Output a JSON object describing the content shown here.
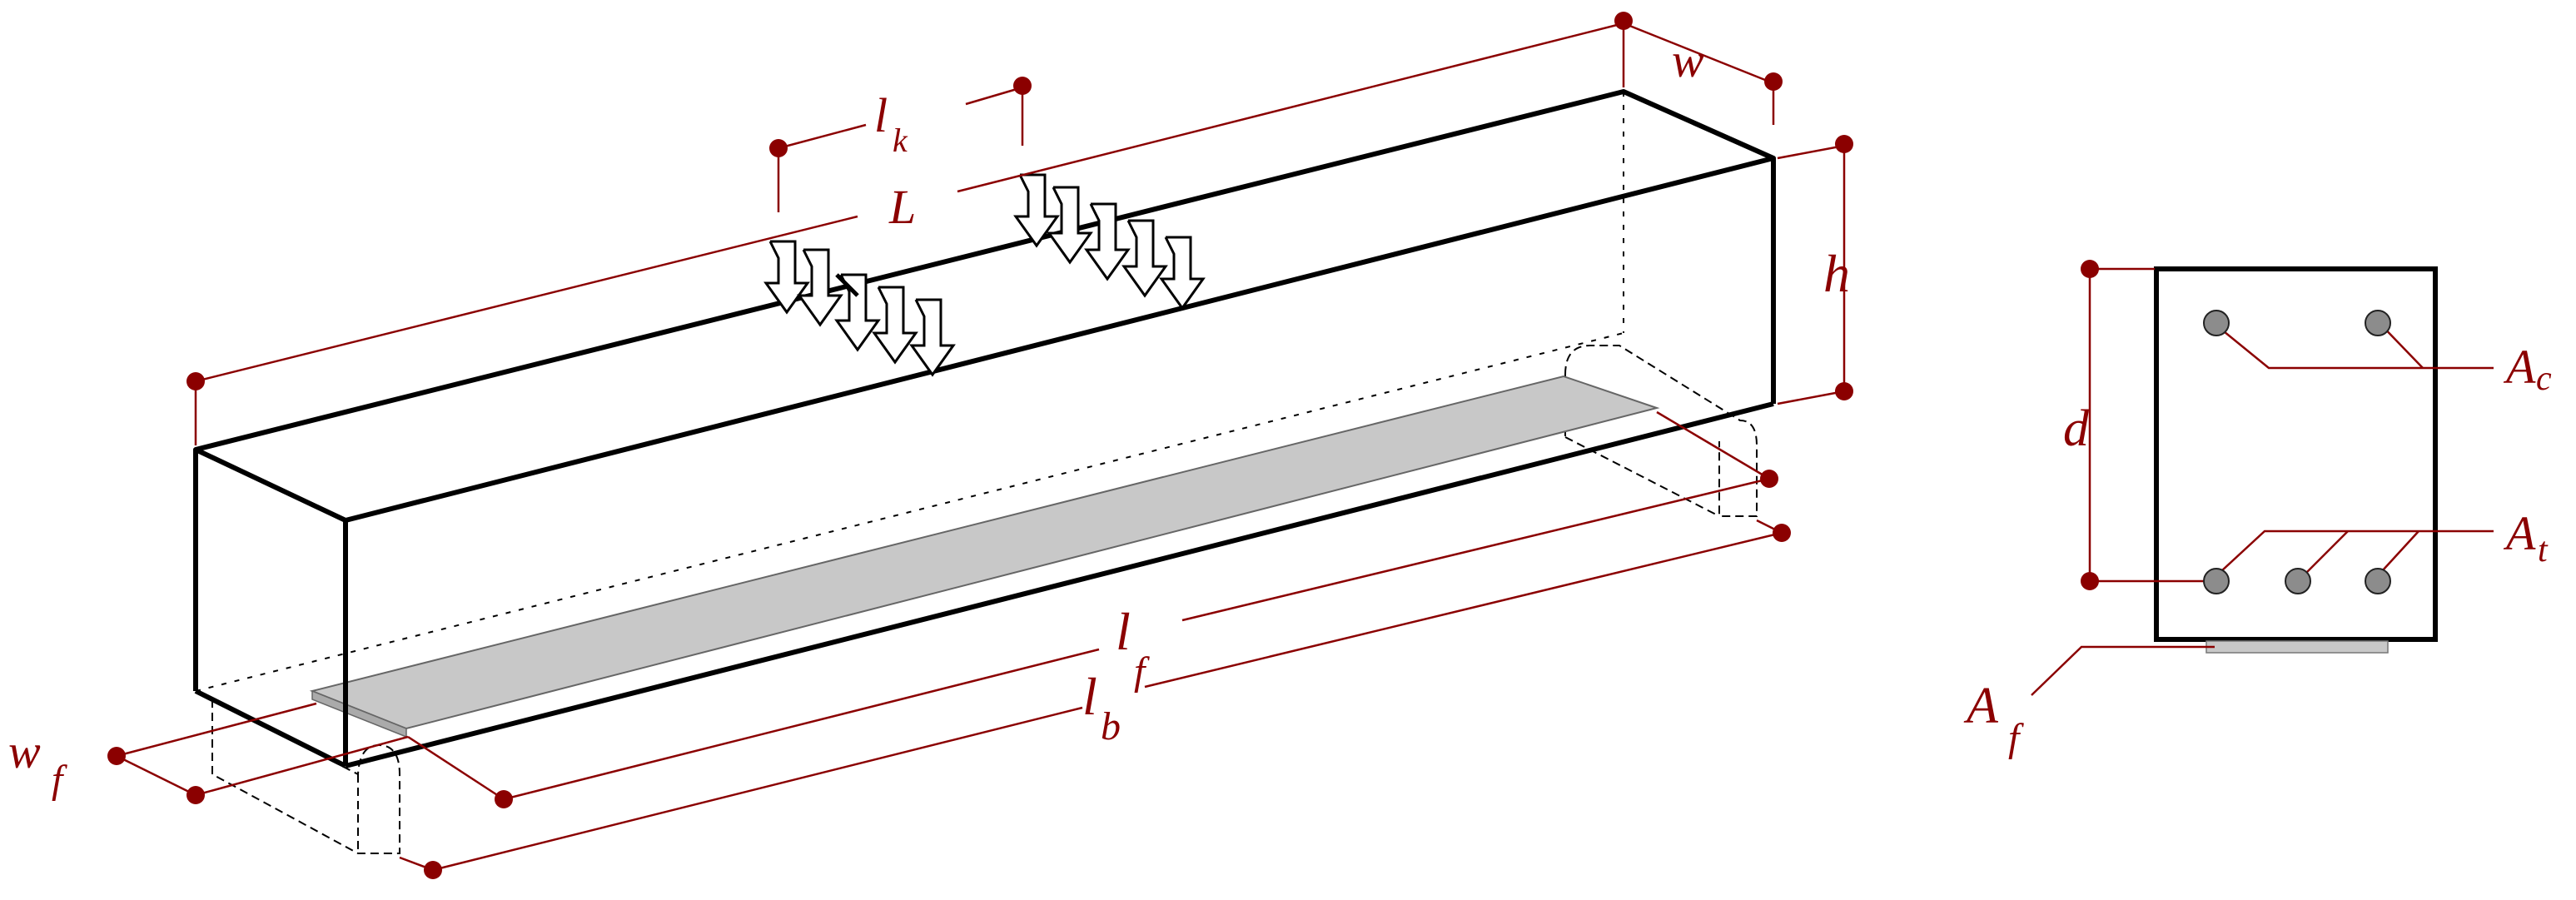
{
  "colors": {
    "background": "#ffffff",
    "outline": "#000000",
    "dimension": "#8b0000",
    "plate": "#c8c8c8",
    "rebar": "#8c8c8c"
  },
  "beam_labels": {
    "L": "L",
    "w": "w",
    "h": "h",
    "lk_main": "l",
    "lk_sub": "k",
    "lf_main": "l",
    "lf_sub": "f",
    "lb_main": "l",
    "lb_sub": "b",
    "wf_main": "w",
    "wf_sub": "f"
  },
  "section_labels": {
    "d": "d",
    "Ac_main": "A",
    "Ac_sub": "c",
    "At_main": "A",
    "At_sub": "t",
    "Af_main": "A",
    "Af_sub": "f"
  }
}
